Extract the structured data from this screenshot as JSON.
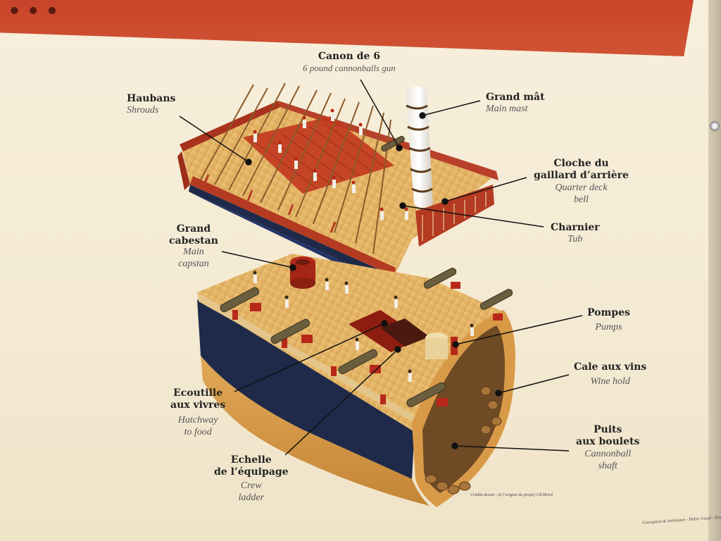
{
  "banner": {
    "title": "...",
    "color": "#c9442a"
  },
  "labels": {
    "canon": {
      "fr": "Canon de 6",
      "en": "6 pound cannonballs gun"
    },
    "haubans": {
      "fr": "Haubans",
      "en": "Shrouds"
    },
    "grand_mat": {
      "fr": "Grand mât",
      "en": "Main mast"
    },
    "cloche": {
      "fr1": "Cloche du",
      "fr2": "gaillard d’arrière",
      "en1": "Quarter deck",
      "en2": "bell"
    },
    "charnier": {
      "fr": "Charnier",
      "en": "Tub"
    },
    "cabestan": {
      "fr1": "Grand",
      "fr2": "cabestan",
      "en1": "Main",
      "en2": "capstan"
    },
    "pompes": {
      "fr": "Pompes",
      "en": "Pumps"
    },
    "cale": {
      "fr": "Cale aux vins",
      "en": "Wine hold"
    },
    "ecoutille": {
      "fr1": "Ecoutille",
      "fr2": "aux vivres",
      "en1": "Hatchway",
      "en2": "to food"
    },
    "puits": {
      "fr1": "Puits",
      "fr2": "aux boulets",
      "en1": "Cannonball",
      "en2": "shaft"
    },
    "echelle": {
      "fr1": "Echelle",
      "fr2": "de l’équipage",
      "en1": "Crew",
      "en2": "ladder"
    }
  },
  "credits": {
    "drawing": "Crédits dessin : (à l’origine du projet) J.B Hervé",
    "corner": "Conception & réalisation - Didier Guegl - Association..."
  },
  "colors": {
    "deck": "#e6b86a",
    "hull_dark": "#1f2a4a",
    "hull_red": "#b8281a",
    "hull_wood": "#d89a45",
    "leader_line": "#111111"
  }
}
